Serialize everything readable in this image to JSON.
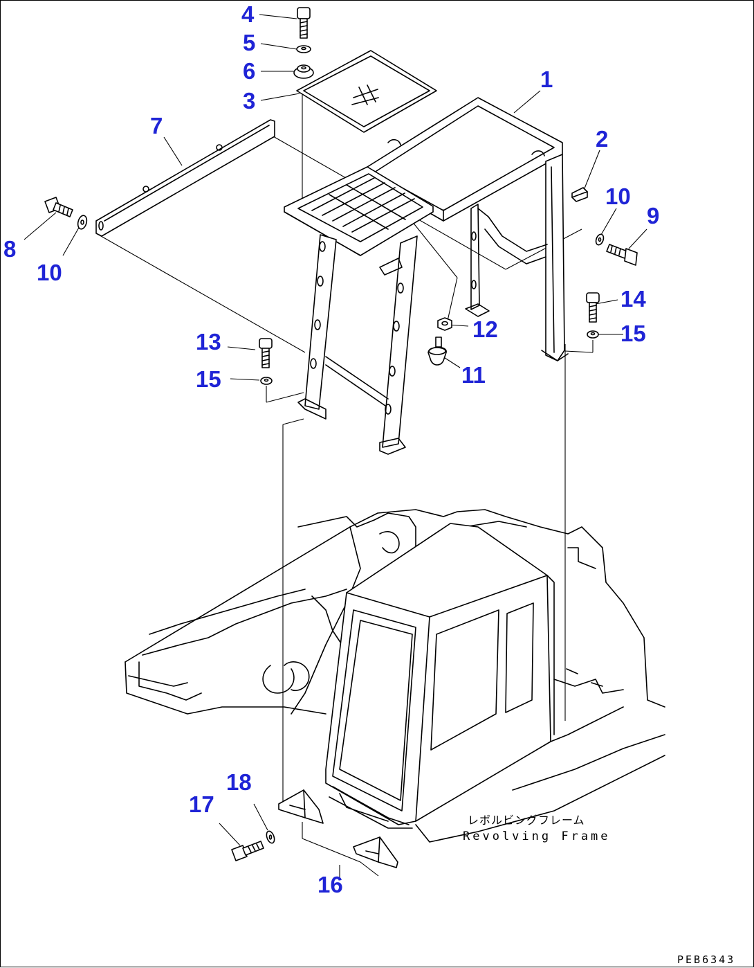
{
  "drawing_code": "PEB6343",
  "callout_color": "#1f24d6",
  "frame_label_jp": "レボルビングフレーム",
  "frame_label_en": "Revolving Frame",
  "callouts": {
    "c1": "1",
    "c2": "2",
    "c3": "3",
    "c4": "4",
    "c5": "5",
    "c6": "6",
    "c7": "7",
    "c8": "8",
    "c9": "9",
    "c10a": "10",
    "c10b": "10",
    "c11": "11",
    "c12": "12",
    "c13": "13",
    "c14": "14",
    "c15a": "15",
    "c15b": "15",
    "c16": "16",
    "c17": "17",
    "c18": "18"
  },
  "parts": [
    {
      "ref": "1",
      "icon": "stand-frame"
    },
    {
      "ref": "2",
      "icon": "clip"
    },
    {
      "ref": "3",
      "icon": "cover-plate"
    },
    {
      "ref": "4",
      "icon": "bolt"
    },
    {
      "ref": "5",
      "icon": "washer"
    },
    {
      "ref": "6",
      "icon": "grommet"
    },
    {
      "ref": "7",
      "icon": "handrail"
    },
    {
      "ref": "8",
      "icon": "bolt"
    },
    {
      "ref": "9",
      "icon": "bolt"
    },
    {
      "ref": "10",
      "icon": "washer"
    },
    {
      "ref": "11",
      "icon": "cushion"
    },
    {
      "ref": "12",
      "icon": "nut"
    },
    {
      "ref": "13",
      "icon": "bolt"
    },
    {
      "ref": "14",
      "icon": "bolt"
    },
    {
      "ref": "15",
      "icon": "washer"
    },
    {
      "ref": "16",
      "icon": "bracket"
    },
    {
      "ref": "17",
      "icon": "bolt"
    },
    {
      "ref": "18",
      "icon": "washer"
    }
  ]
}
